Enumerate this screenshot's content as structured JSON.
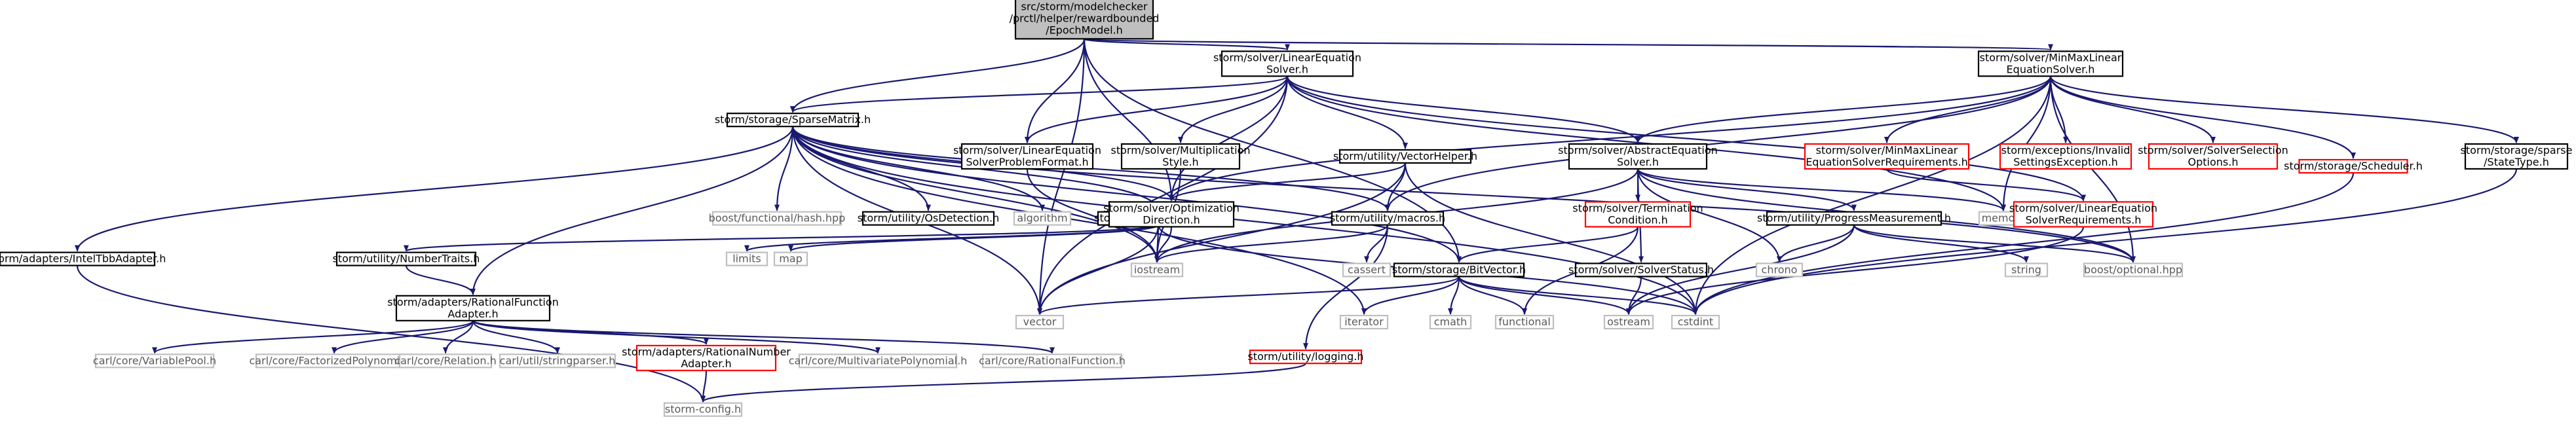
{
  "colors": {
    "root_fill": "#bfbfbf",
    "node_fill": "#ffffff",
    "node_border": "#000000",
    "missing_border": "#bfbfbf",
    "missing_text": "#5a5a5a",
    "truncated_border": "#ff0000",
    "edge": "#191970"
  },
  "nodes": [
    {
      "id": "root",
      "lines": [
        "src/storm/modelchecker",
        "/prctl/helper/rewardbounded",
        "/EpochModel.h"
      ],
      "kind": "root"
    },
    {
      "id": "minmax",
      "lines": [
        "storm/solver/MinMaxLinear",
        "EquationSolver.h"
      ],
      "kind": "normal"
    },
    {
      "id": "lineq",
      "lines": [
        "storm/solver/LinearEquation",
        "Solver.h"
      ],
      "kind": "normal"
    },
    {
      "id": "sparse",
      "lines": [
        "storm/storage/SparseMatrix.h"
      ],
      "kind": "normal"
    },
    {
      "id": "lesformat",
      "lines": [
        "storm/solver/LinearEquation",
        "SolverProblemFormat.h"
      ],
      "kind": "normal"
    },
    {
      "id": "multstyle",
      "lines": [
        "storm/solver/Multiplication",
        "Style.h"
      ],
      "kind": "normal"
    },
    {
      "id": "vechelper",
      "lines": [
        "storm/utility/VectorHelper.h"
      ],
      "kind": "normal"
    },
    {
      "id": "abseq",
      "lines": [
        "storm/solver/AbstractEquation",
        "Solver.h"
      ],
      "kind": "normal"
    },
    {
      "id": "mmreq",
      "lines": [
        "storm/solver/MinMaxLinear",
        "EquationSolverRequirements.h"
      ],
      "kind": "truncated"
    },
    {
      "id": "invalid",
      "lines": [
        "storm/exceptions/Invalid",
        "SettingsException.h"
      ],
      "kind": "truncated"
    },
    {
      "id": "selopt",
      "lines": [
        "storm/solver/SolverSelection",
        "Options.h"
      ],
      "kind": "truncated"
    },
    {
      "id": "scheduler",
      "lines": [
        "storm/storage/Scheduler.h"
      ],
      "kind": "truncated"
    },
    {
      "id": "statetype",
      "lines": [
        "storm/storage/sparse",
        "/StateType.h"
      ],
      "kind": "normal"
    },
    {
      "id": "boosthash",
      "lines": [
        "boost/functional/hash.hpp"
      ],
      "kind": "missing"
    },
    {
      "id": "osdetect",
      "lines": [
        "storm/utility/OsDetection.h"
      ],
      "kind": "normal"
    },
    {
      "id": "algorithm",
      "lines": [
        "algorithm"
      ],
      "kind": "missing"
    },
    {
      "id": "constants",
      "lines": [
        "storm/utility/constants.h"
      ],
      "kind": "normal"
    },
    {
      "id": "optdir",
      "lines": [
        "storm/solver/Optimization",
        "Direction.h"
      ],
      "kind": "normal"
    },
    {
      "id": "macros",
      "lines": [
        "storm/utility/macros.h"
      ],
      "kind": "normal"
    },
    {
      "id": "termcond",
      "lines": [
        "storm/solver/Termination",
        "Condition.h"
      ],
      "kind": "truncated"
    },
    {
      "id": "progress",
      "lines": [
        "storm/utility/ProgressMeasurement.h"
      ],
      "kind": "normal"
    },
    {
      "id": "memory",
      "lines": [
        "memory"
      ],
      "kind": "missing"
    },
    {
      "id": "lesreq",
      "lines": [
        "storm/solver/LinearEquation",
        "SolverRequirements.h"
      ],
      "kind": "truncated"
    },
    {
      "id": "inteltbb",
      "lines": [
        "storm/adapters/IntelTbbAdapter.h"
      ],
      "kind": "normal"
    },
    {
      "id": "numtraits",
      "lines": [
        "storm/utility/NumberTraits.h"
      ],
      "kind": "normal"
    },
    {
      "id": "limits",
      "lines": [
        "limits"
      ],
      "kind": "missing"
    },
    {
      "id": "map",
      "lines": [
        "map"
      ],
      "kind": "missing"
    },
    {
      "id": "iostream",
      "lines": [
        "iostream"
      ],
      "kind": "missing"
    },
    {
      "id": "cassert",
      "lines": [
        "cassert"
      ],
      "kind": "missing"
    },
    {
      "id": "bitvector",
      "lines": [
        "storm/storage/BitVector.h"
      ],
      "kind": "normal"
    },
    {
      "id": "solverstatus",
      "lines": [
        "storm/solver/SolverStatus.h"
      ],
      "kind": "normal"
    },
    {
      "id": "chrono",
      "lines": [
        "chrono"
      ],
      "kind": "missing"
    },
    {
      "id": "string",
      "lines": [
        "string"
      ],
      "kind": "missing"
    },
    {
      "id": "boostopt",
      "lines": [
        "boost/optional.hpp"
      ],
      "kind": "missing"
    },
    {
      "id": "ratfunc",
      "lines": [
        "storm/adapters/RationalFunction",
        "Adapter.h"
      ],
      "kind": "normal"
    },
    {
      "id": "vector",
      "lines": [
        "vector"
      ],
      "kind": "missing"
    },
    {
      "id": "iterator",
      "lines": [
        "iterator"
      ],
      "kind": "missing"
    },
    {
      "id": "cmath",
      "lines": [
        "cmath"
      ],
      "kind": "missing"
    },
    {
      "id": "functional",
      "lines": [
        "functional"
      ],
      "kind": "missing"
    },
    {
      "id": "ostream",
      "lines": [
        "ostream"
      ],
      "kind": "missing"
    },
    {
      "id": "cstdint",
      "lines": [
        "cstdint"
      ],
      "kind": "missing"
    },
    {
      "id": "logging",
      "lines": [
        "storm/utility/logging.h"
      ],
      "kind": "truncated"
    },
    {
      "id": "varpool",
      "lines": [
        "carl/core/VariablePool.h"
      ],
      "kind": "missing"
    },
    {
      "id": "factpoly",
      "lines": [
        "carl/core/FactorizedPolynomial.h"
      ],
      "kind": "missing"
    },
    {
      "id": "relation",
      "lines": [
        "carl/core/Relation.h"
      ],
      "kind": "missing"
    },
    {
      "id": "strparser",
      "lines": [
        "carl/util/stringparser.h"
      ],
      "kind": "missing"
    },
    {
      "id": "ratnum",
      "lines": [
        "storm/adapters/RationalNumber",
        "Adapter.h"
      ],
      "kind": "truncated"
    },
    {
      "id": "multipoly",
      "lines": [
        "carl/core/MultivariatePolynomial.h"
      ],
      "kind": "missing"
    },
    {
      "id": "ratfn",
      "lines": [
        "carl/core/RationalFunction.h"
      ],
      "kind": "missing"
    },
    {
      "id": "stormconfig",
      "lines": [
        "storm-config.h"
      ],
      "kind": "missing"
    }
  ],
  "edges": [
    [
      "root",
      "minmax"
    ],
    [
      "root",
      "lineq"
    ],
    [
      "root",
      "sparse"
    ],
    [
      "root",
      "lesformat"
    ],
    [
      "root",
      "optdir"
    ],
    [
      "root",
      "bitvector"
    ],
    [
      "root",
      "vector"
    ],
    [
      "minmax",
      "abseq"
    ],
    [
      "minmax",
      "mmreq"
    ],
    [
      "minmax",
      "invalid"
    ],
    [
      "minmax",
      "selopt"
    ],
    [
      "minmax",
      "scheduler"
    ],
    [
      "minmax",
      "statetype"
    ],
    [
      "minmax",
      "optdir"
    ],
    [
      "minmax",
      "macros"
    ],
    [
      "minmax",
      "memory"
    ],
    [
      "minmax",
      "boostopt"
    ],
    [
      "minmax",
      "cstdint"
    ],
    [
      "lineq",
      "sparse"
    ],
    [
      "lineq",
      "lesformat"
    ],
    [
      "lineq",
      "multstyle"
    ],
    [
      "lineq",
      "vechelper"
    ],
    [
      "lineq",
      "abseq"
    ],
    [
      "lineq",
      "optdir"
    ],
    [
      "lineq",
      "lesreq"
    ],
    [
      "lineq",
      "memory"
    ],
    [
      "lineq",
      "vector"
    ],
    [
      "sparse",
      "boosthash"
    ],
    [
      "sparse",
      "osdetect"
    ],
    [
      "sparse",
      "algorithm"
    ],
    [
      "sparse",
      "constants"
    ],
    [
      "sparse",
      "optdir"
    ],
    [
      "sparse",
      "macros"
    ],
    [
      "sparse",
      "inteltbb"
    ],
    [
      "sparse",
      "ratfunc"
    ],
    [
      "sparse",
      "bitvector"
    ],
    [
      "sparse",
      "iostream"
    ],
    [
      "sparse",
      "boostopt"
    ],
    [
      "sparse",
      "vector"
    ],
    [
      "sparse",
      "iterator"
    ],
    [
      "sparse",
      "cstdint"
    ],
    [
      "lesformat",
      "iostream"
    ],
    [
      "multstyle",
      "iostream"
    ],
    [
      "vechelper",
      "optdir"
    ],
    [
      "vechelper",
      "macros"
    ],
    [
      "vechelper",
      "vector"
    ],
    [
      "vechelper",
      "cstdint"
    ],
    [
      "abseq",
      "termcond"
    ],
    [
      "abseq",
      "progress"
    ],
    [
      "abseq",
      "solverstatus"
    ],
    [
      "abseq",
      "memory"
    ],
    [
      "abseq",
      "boostopt"
    ],
    [
      "abseq",
      "iostream"
    ],
    [
      "abseq",
      "chrono"
    ],
    [
      "mmreq",
      "lesreq"
    ],
    [
      "scheduler",
      "cstdint"
    ],
    [
      "statetype",
      "cstdint"
    ],
    [
      "lesreq",
      "ostream"
    ],
    [
      "constants",
      "numtraits"
    ],
    [
      "constants",
      "limits"
    ],
    [
      "constants",
      "map"
    ],
    [
      "constants",
      "iostream"
    ],
    [
      "constants",
      "vector"
    ],
    [
      "constants",
      "cstdint"
    ],
    [
      "optdir",
      "iostream"
    ],
    [
      "macros",
      "iostream"
    ],
    [
      "macros",
      "cassert"
    ],
    [
      "macros",
      "logging"
    ],
    [
      "termcond",
      "bitvector"
    ],
    [
      "termcond",
      "functional"
    ],
    [
      "progress",
      "chrono"
    ],
    [
      "progress",
      "string"
    ],
    [
      "progress",
      "boostopt"
    ],
    [
      "progress",
      "ostream"
    ],
    [
      "inteltbb",
      "stormconfig"
    ],
    [
      "numtraits",
      "ratfunc"
    ],
    [
      "bitvector",
      "vector"
    ],
    [
      "bitvector",
      "iterator"
    ],
    [
      "bitvector",
      "cmath"
    ],
    [
      "bitvector",
      "functional"
    ],
    [
      "bitvector",
      "ostream"
    ],
    [
      "bitvector",
      "cstdint"
    ],
    [
      "solverstatus",
      "ostream"
    ],
    [
      "ratfunc",
      "varpool"
    ],
    [
      "ratfunc",
      "factpoly"
    ],
    [
      "ratfunc",
      "relation"
    ],
    [
      "ratfunc",
      "strparser"
    ],
    [
      "ratfunc",
      "ratnum"
    ],
    [
      "ratfunc",
      "multipoly"
    ],
    [
      "ratfunc",
      "ratfn"
    ],
    [
      "ratnum",
      "stormconfig"
    ],
    [
      "logging",
      "stormconfig"
    ]
  ]
}
